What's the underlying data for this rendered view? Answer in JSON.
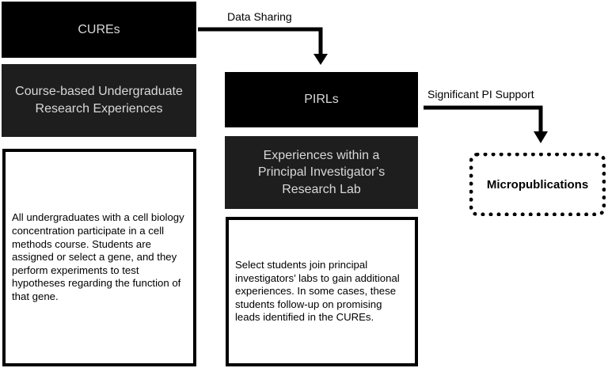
{
  "diagram": {
    "cures": {
      "title": "CUREs",
      "subtitle": "Course-based Undergraduate Research Experiences",
      "description": "All undergraduates with a cell biology concentration participate in a cell methods course. Students are assigned or select a gene, and they perform experiments to test hypotheses regarding the function of that gene."
    },
    "pirls": {
      "title": "PIRLs",
      "subtitle": "Experiences within a Principal Investigator’s Research Lab",
      "description": "Select students join principal investigators’ labs to gain additional experiences. In some cases, these students follow-up on promising leads identified in the CUREs."
    },
    "micropublications": {
      "label": "Micropublications"
    },
    "edges": {
      "data_sharing": "Data Sharing",
      "pi_support": "Significant PI Support"
    }
  }
}
